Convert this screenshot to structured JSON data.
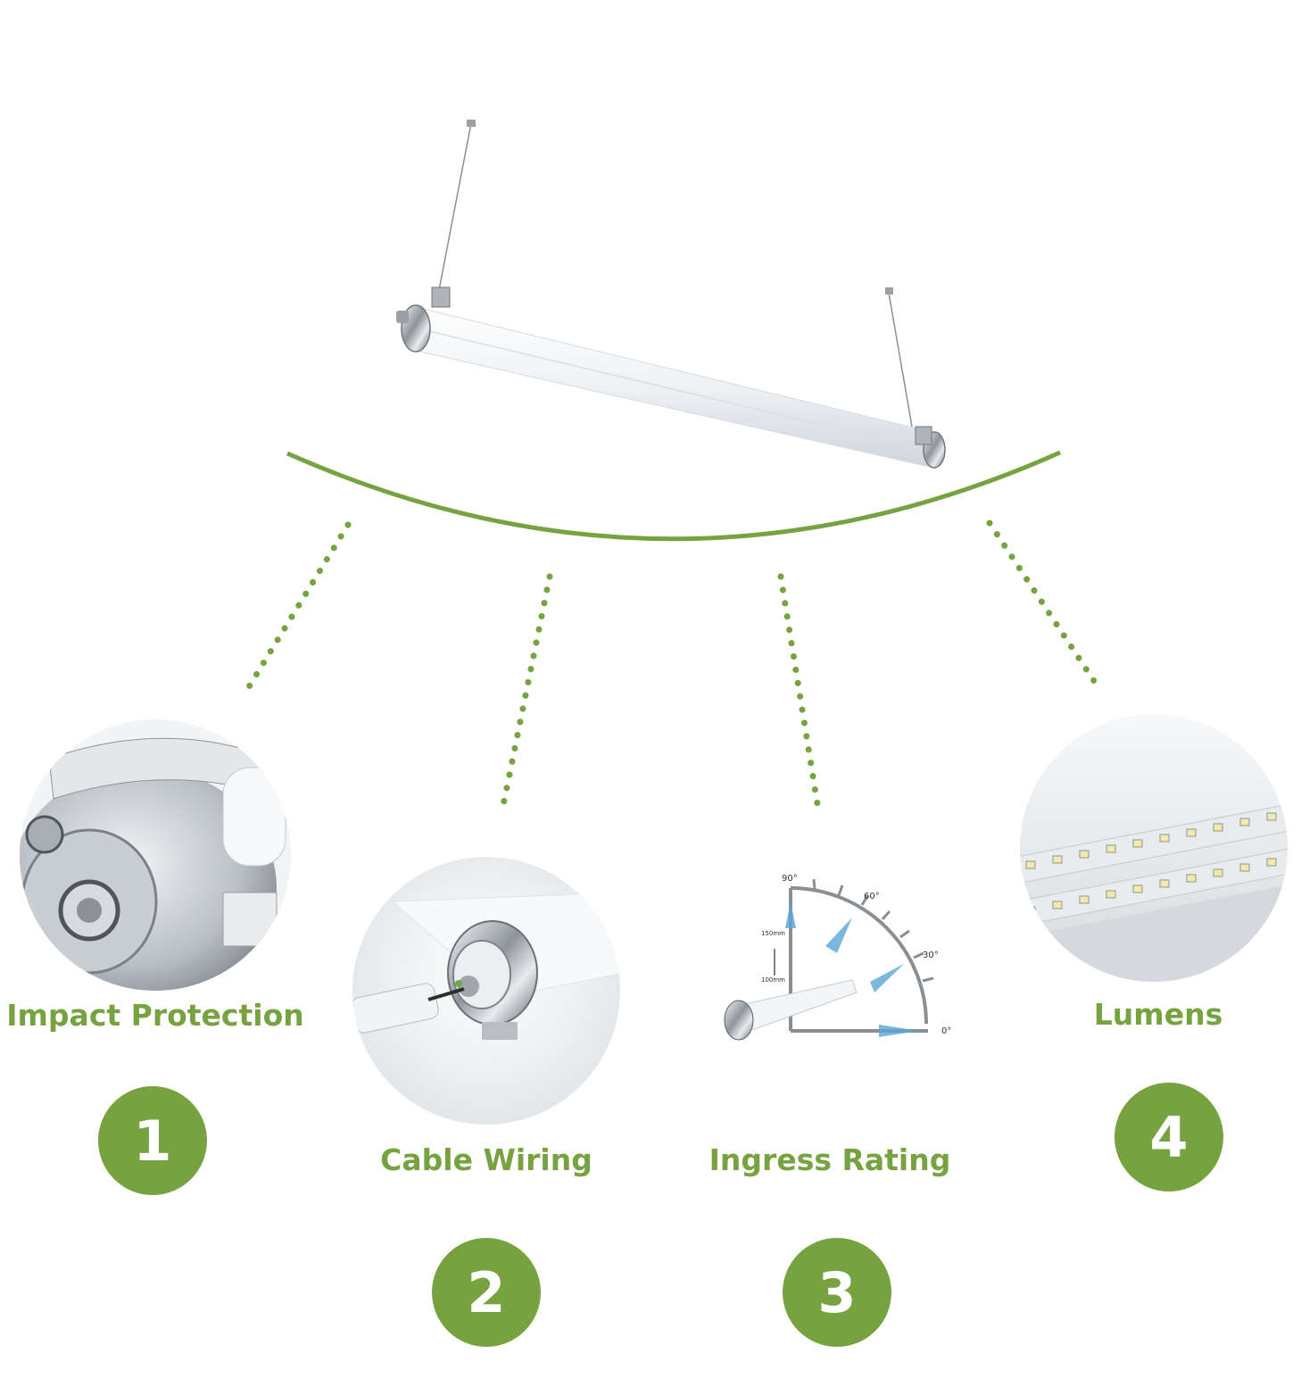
{
  "accent_color": "#76a23f",
  "product": {
    "name": "suspended-tube-light"
  },
  "features": [
    {
      "number": "1",
      "label": "Impact Protection",
      "icon": "endcap-closeup-image"
    },
    {
      "number": "2",
      "label": "Cable Wiring",
      "icon": "cable-connector-image"
    },
    {
      "number": "3",
      "label": "Ingress Rating",
      "icon": "spray-angle-diagram"
    },
    {
      "number": "4",
      "label": "Lumens",
      "icon": "led-strip-image"
    }
  ],
  "ingress_diagram": {
    "angles": [
      "90°",
      "60°",
      "30°",
      "0°"
    ],
    "distance_labels": [
      "150mm",
      "100mm"
    ]
  }
}
